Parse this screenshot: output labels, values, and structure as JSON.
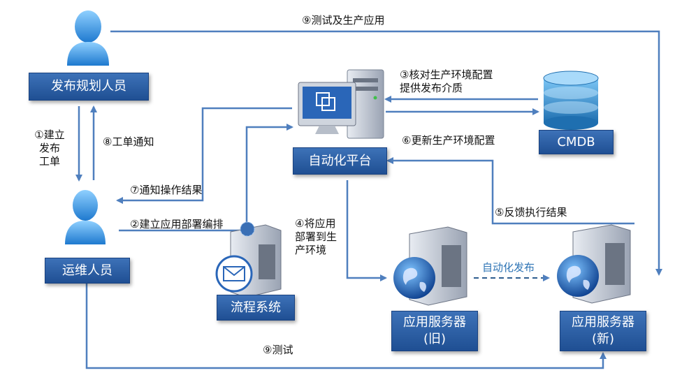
{
  "nodes": {
    "planner": "发布规划人员",
    "ops": "运维人员",
    "platform": "自动化平台",
    "cmdb": "CMDB",
    "workflow": "流程系统",
    "app_old_line1": "应用服务器",
    "app_old_line2": "(旧)",
    "app_new_line1": "应用服务器",
    "app_new_line2": "(新)"
  },
  "labels": {
    "step1_line1": "①建立",
    "step1_line2": "发布",
    "step1_line3": "工单",
    "step2": "②建立应用部署编排",
    "step3_line1": "③核对生产环境配置",
    "step3_line2": "提供发布介质",
    "step4_line1": "④将应用",
    "step4_line2": "部署到生",
    "step4_line3": "产环境",
    "step5": "⑤反馈执行结果",
    "step6": "⑥更新生产环境配置",
    "step7": "⑦通知操作结果",
    "step8": "⑧工单通知",
    "step9_top": "⑨测试及生产应用",
    "step9_bottom": "⑨测试",
    "auto_release": "自动化发布"
  },
  "colors": {
    "arrow": "#4f7fbe",
    "box": "#2a5ea6",
    "accent_text": "#2e74b5"
  },
  "icons": [
    "person-icon",
    "server-icon",
    "monitor-icon",
    "database-icon",
    "globe-icon",
    "mail-icon"
  ]
}
